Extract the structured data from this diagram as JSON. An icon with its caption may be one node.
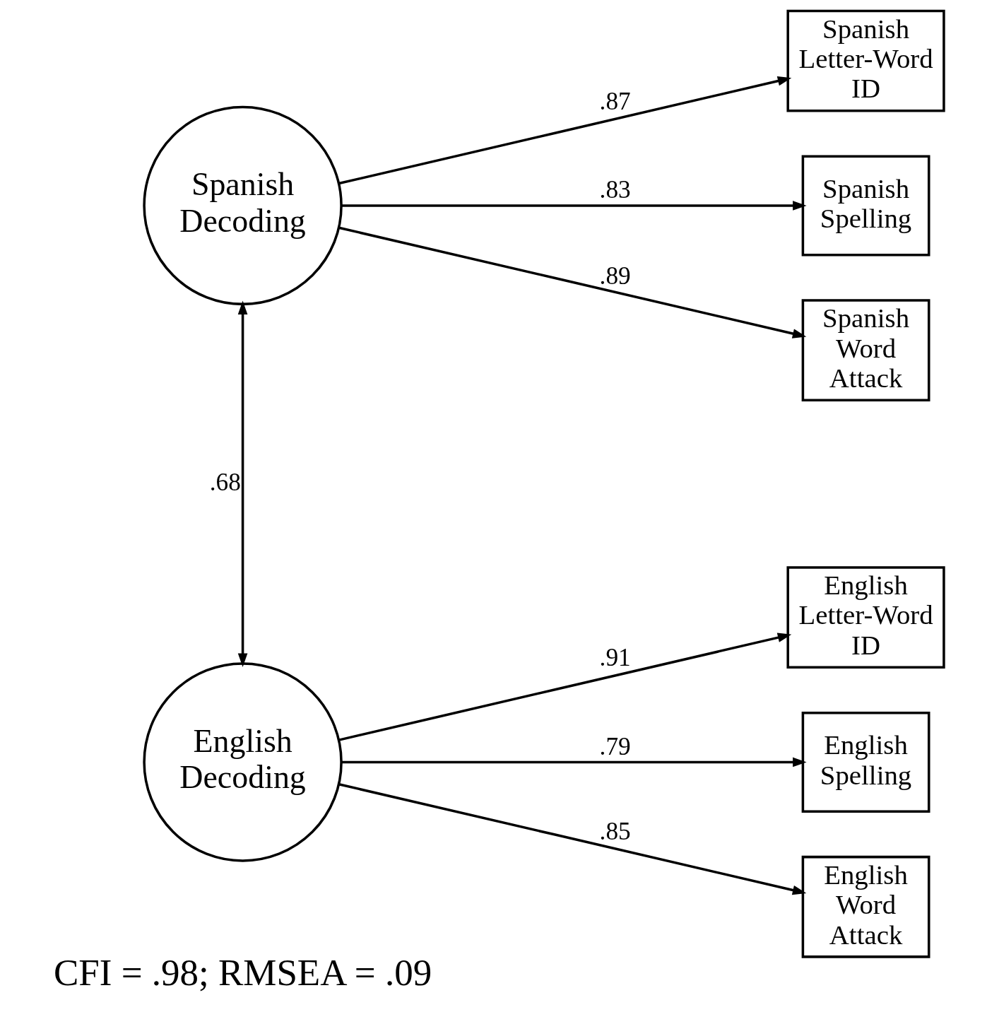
{
  "diagram": {
    "nodes": [
      {
        "text": [
          "Spanish Decoding"
        ]
      },
      {
        "text": [
          "English Decoding"
        ]
      },
      {
        "text": [
          "Spanish Letter-Word ID"
        ]
      },
      {
        "text": [
          "Spanish Spelling"
        ]
      },
      {
        "text": [
          "Spanish Word Attack"
        ]
      },
      {
        "text": [
          "English Letter-Word ID"
        ]
      },
      {
        "text": [
          "English Spelling"
        ]
      },
      {
        "text": [
          "English Word Attack"
        ]
      }
    ],
    "edges": [
      {
        "from": 0,
        "to": 2,
        "arrow": "to",
        "label": ".87"
      },
      {
        "from": 0,
        "to": 3,
        "arrow": "to",
        "label": ".83"
      },
      {
        "from": 0,
        "to": 4,
        "arrow": "to",
        "label": ".89"
      },
      {
        "from": 1,
        "to": 5,
        "arrow": "to",
        "label": ".91"
      },
      {
        "from": 1,
        "to": 6,
        "arrow": "to",
        "label": ".79"
      },
      {
        "from": 1,
        "to": 7,
        "arrow": "to",
        "label": ".85"
      },
      {
        "from": 0,
        "to": 1,
        "arrow": "both",
        "label": ".68"
      }
    ],
    "labels": [
      "CFI = .98; RMSEA = .09"
    ]
  }
}
